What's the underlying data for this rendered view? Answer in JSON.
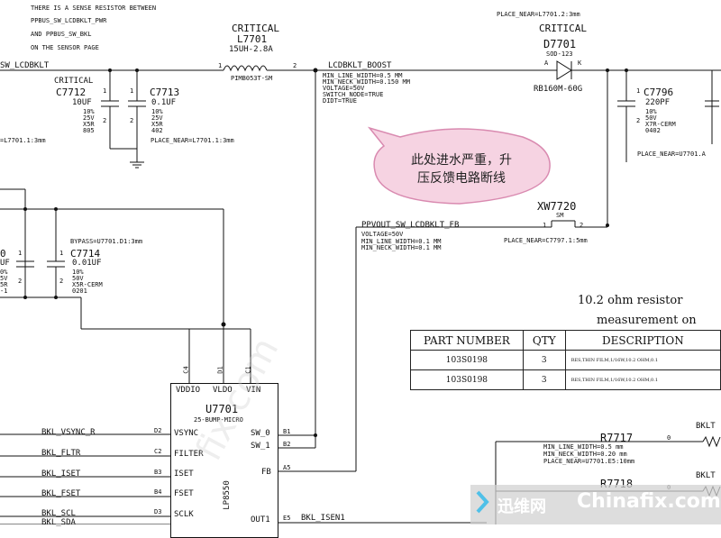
{
  "notes": {
    "sense1": "THERE IS A SENSE RESISTOR BETWEEN",
    "sense2": "PPBUS_SW_LCDBKLT_PWR",
    "sense3": "AND PPBUS_SW_BKL",
    "sense4": "ON THE SENSOR PAGE",
    "place_d": "PLACE_NEAR=L7701.2:3mm",
    "place_l_left": "=L7701.1:3mm",
    "place_c7713": "PLACE_NEAR=L7701.1:3mm",
    "place_c7796": "PLACE_NEAR=U7701.A",
    "bypass": "BYPASS=U7701.D1:3mm",
    "place_xw": "PLACE_NEAR=C7797.1:5mm"
  },
  "nets": {
    "sw_lcdbklt": "SW_LCDBKLT",
    "lcdbklt_boost": "LCDBKLT_BOOST",
    "boost_props": [
      "MIN_LINE_WIDTH=0.5 MM",
      "MIN_NECK_WIDTH=0.150 MM",
      "VOLTAGE=50V",
      "SWITCH_NODE=TRUE",
      "DIDT=TRUE"
    ],
    "ppvout": "PPVOUT_SW_LCDBKLT_FB",
    "ppvout_props": [
      "VOLTAGE=50V",
      "MIN_LINE_WIDTH=0.1 MM",
      "MIN_NECK_WIDTH=0.1 MM"
    ],
    "r7717_props": [
      "MIN_LINE_WIDTH=0.5 mm",
      "MIN_NECK_WIDTH=0.20 mm",
      "PLACE_NEAR=U7701.E5:10mm"
    ],
    "bkl_isen1": "BKL_ISEN1"
  },
  "components": {
    "l7701": {
      "crit": "CRITICAL",
      "ref": "L7701",
      "val": "15UH-2.8A",
      "part": "PIMB053T-SM",
      "p1": "1",
      "p2": "2"
    },
    "c7712": {
      "crit": "CRITICAL",
      "ref": "C7712",
      "specs": [
        "10UF",
        "10%",
        "25V",
        "X5R",
        "805"
      ],
      "p1": "1",
      "p2": "2"
    },
    "c7713": {
      "ref": "C7713",
      "specs": [
        "0.1UF",
        "10%",
        "25V",
        "X5R",
        "402"
      ],
      "p1": "1",
      "p2": "2"
    },
    "d7701": {
      "crit": "CRITICAL",
      "ref": "D7701",
      "pkg": "SOD-123",
      "a": "A",
      "k": "K",
      "part": "RB160M-60G"
    },
    "c7796": {
      "ref": "C7796",
      "specs": [
        "220PF",
        "10%",
        "50V",
        "X7R-CERM",
        "0402"
      ],
      "p1": "1",
      "p2": "2"
    },
    "c7714": {
      "ref": "C7714",
      "specs": [
        "0.01UF",
        "10%",
        "50V",
        "X5R-CERM",
        "0201"
      ],
      "p1": "1",
      "p2": "2"
    },
    "c_left": {
      "ref": "0",
      "specs": [
        "UF",
        "0%",
        "5V",
        "5R",
        "-1"
      ],
      "p1": "1",
      "p2": "2"
    },
    "xw7720": {
      "ref": "XW7720",
      "type": "SM",
      "p1": "1",
      "p2": "2"
    },
    "r7717": {
      "ref": "R7717",
      "pin": "0"
    },
    "r7718": {
      "ref": "R7718",
      "pin": "0"
    },
    "bklt1": "BKLT",
    "bklt2": "BKLT"
  },
  "ic": {
    "ref": "U7701",
    "pkg": "25-BUMP-MICRO",
    "part": "LP8550",
    "top_pins": [
      {
        "num": "C4",
        "name": "VDDIO"
      },
      {
        "num": "D1",
        "name": "VLDO"
      },
      {
        "num": "C1",
        "name": "VIN"
      }
    ],
    "left_pins": [
      {
        "num": "D2",
        "name": "VSYNC",
        "net": "BKL_VSYNC_R"
      },
      {
        "num": "C2",
        "name": "FILTER",
        "net": "BKL_FLTR"
      },
      {
        "num": "B3",
        "name": "ISET",
        "net": "BKL_ISET"
      },
      {
        "num": "B4",
        "name": "FSET",
        "net": "BKL_FSET"
      },
      {
        "num": "D3",
        "name": "SCLK",
        "net": "BKL_SCL"
      },
      {
        "num": "",
        "name": "",
        "net": "BKL_SDA"
      }
    ],
    "right_pins": [
      {
        "num": "B1",
        "name": "SW_0"
      },
      {
        "num": "B2",
        "name": "SW_1"
      },
      {
        "num": "A5",
        "name": "FB"
      },
      {
        "num": "E5",
        "name": "OUT1"
      }
    ]
  },
  "annotation": {
    "line1": "此处进水严重，升",
    "line2": "压反馈电路断线"
  },
  "resistor_note": {
    "line1": "10.2 ohm resistor",
    "line2": "measurement on"
  },
  "parts_table": {
    "headers": [
      "PART NUMBER",
      "QTY",
      "DESCRIPTION"
    ],
    "rows": [
      {
        "pn": "103S0198",
        "qty": "3",
        "desc": "RES,THIN FILM,1/16W,10.2 OHM,0.1"
      },
      {
        "pn": "103S0198",
        "qty": "3",
        "desc": "RES,THIN FILM,1/16W,10.2 OHM,0.1"
      }
    ]
  },
  "watermark": {
    "text": "fix.com",
    "brand_cn": "迅维网",
    "brand_en": "Chinafix.com"
  },
  "colors": {
    "bubble_fill": "#f6d3e2",
    "bubble_stroke": "#d98ab0",
    "wire": "#111111"
  }
}
